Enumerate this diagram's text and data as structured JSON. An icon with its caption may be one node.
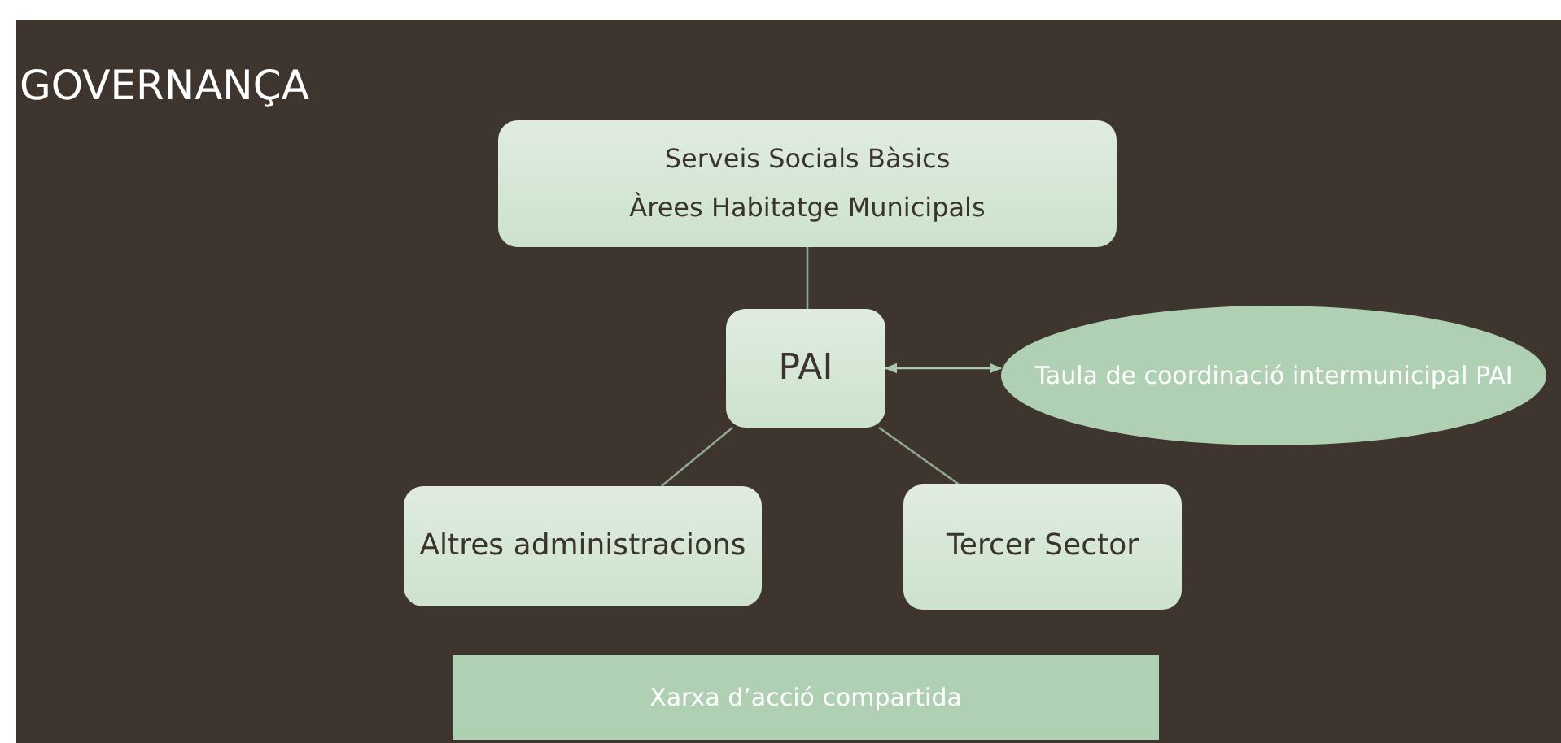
{
  "diagram": {
    "title": "GOVERNANÇA",
    "nodes": [
      {
        "text": [
          "Serveis Socials Bàsics",
          "Àrees Habitatge Municipals"
        ]
      },
      {
        "text": [
          "PAI"
        ]
      },
      {
        "text": [
          "Taula de coordinació intermunicipal PAI"
        ]
      },
      {
        "text": [
          "Altres administracions"
        ]
      },
      {
        "text": [
          "Tercer Sector"
        ]
      },
      {
        "text": [
          "Xarxa d’acció compartida"
        ]
      }
    ],
    "edges": [
      {
        "from": 0,
        "to": 1,
        "arrow": "none"
      },
      {
        "from": 1,
        "to": 2,
        "arrow": "both"
      },
      {
        "from": 1,
        "to": 3,
        "arrow": "none"
      },
      {
        "from": 1,
        "to": 4,
        "arrow": "none"
      }
    ]
  }
}
